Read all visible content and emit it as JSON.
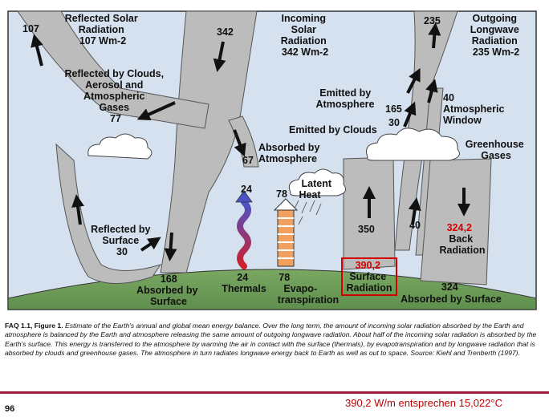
{
  "labels": {
    "reflected_solar": [
      "Reflected Solar",
      "Radiation",
      "107 Wm-2"
    ],
    "incoming_solar": [
      "Incoming",
      "Solar",
      "Radiation",
      "342 Wm-2"
    ],
    "outgoing_longwave": [
      "Outgoing",
      "Longwave",
      "Radiation",
      "235 Wm-2"
    ],
    "reflected_clouds": [
      "Reflected by Clouds,",
      "Aerosol and",
      "Atmospheric",
      "Gases",
      "77"
    ],
    "emitted_atmosphere": [
      "Emitted by",
      "Atmosphere"
    ],
    "atmospheric_window": [
      "40",
      "Atmospheric",
      "Window"
    ],
    "emitted_clouds": "Emitted by Clouds",
    "greenhouse_gases": [
      "Greenhouse",
      "Gases"
    ],
    "absorbed_atmosphere": [
      "Absorbed by",
      "Atmosphere"
    ],
    "latent_heat": [
      "Latent",
      "Heat"
    ],
    "reflected_surface": [
      "Reflected by",
      "Surface",
      "30"
    ],
    "absorbed_surface_left": [
      "168",
      "Absorbed by",
      "Surface"
    ],
    "thermals": [
      "24",
      "Thermals"
    ],
    "evapotranspiration": [
      "78",
      "Evapo-",
      "transpiration"
    ],
    "surface_radiation": [
      "390,2",
      "Surface",
      "Radiation"
    ],
    "back_radiation": [
      "324,2",
      "Back",
      "Radiation"
    ],
    "absorbed_surface_right": [
      "324",
      "Absorbed by Surface"
    ],
    "values": {
      "v107": "107",
      "v342": "342",
      "v235": "235",
      "v165": "165",
      "v30": "30",
      "v67": "67",
      "v24": "24",
      "v78": "78",
      "v350": "350",
      "v40": "40"
    }
  },
  "colors": {
    "sky": "#d5e1ee",
    "band": "#bcbcbc",
    "ground": "#6e9f5a",
    "highlight": "#d40000"
  },
  "caption": {
    "heading": "FAQ 1.1, Figure 1.",
    "text": "Estimate of the Earth's annual and global mean energy balance. Over the long term, the amount of incoming solar radiation absorbed by the Earth and atmosphere is balanced by the Earth and atmosphere releasing the same amount of outgoing longwave radiation. About half of the incoming solar radiation is absorbed by the Earth's surface. This energy is transferred to the atmosphere by warming the air in contact with the surface (thermals), by evapotranspiration and by longwave radiation that is absorbed by clouds and greenhouse gases. The atmosphere in turn radiates longwave energy back to Earth as well as out to space. Source: Kiehl and Trenberth (1997)."
  },
  "page_number": "96",
  "note": "390,2 W/m entsprechen 15,022°C"
}
